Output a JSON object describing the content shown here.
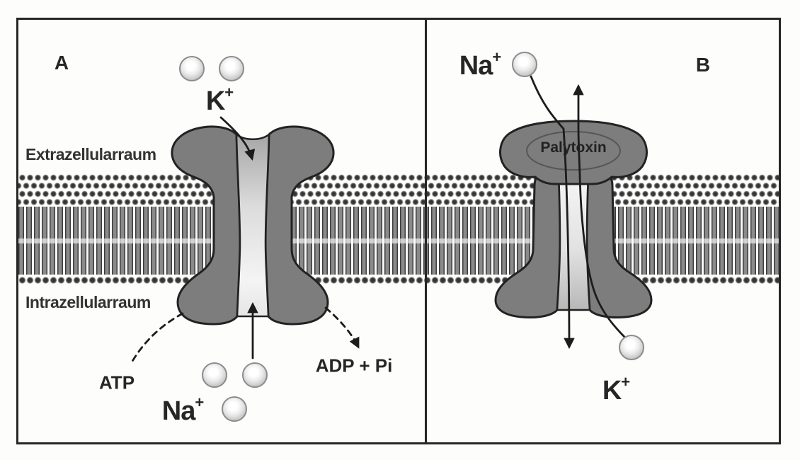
{
  "diagram": {
    "description": "Na+/K+-ATPase pump (A) and palytoxin-converted open channel (B) in a lipid bilayer",
    "panel_a": {
      "label": "A",
      "extracellular_label": "Extrazellularraum",
      "intracellular_label": "Intrazellularraum",
      "k_ion": {
        "base": "K",
        "charge": "+",
        "count": 2
      },
      "na_ion": {
        "base": "Na",
        "charge": "+",
        "count": 3
      },
      "atp_label": "ATP",
      "adp_label": "ADP + Pi"
    },
    "panel_b": {
      "label": "B",
      "toxin_label": "Palytoxin",
      "na_ion": {
        "base": "Na",
        "charge": "+",
        "count": 1
      },
      "k_ion": {
        "base": "K",
        "charge": "+",
        "count": 1
      }
    },
    "colors": {
      "protein_fill": "#7d7d7d",
      "outline": "#222222",
      "membrane_head": "#353535",
      "membrane_tail": "#8a8a8a",
      "pore_light": "#f2f2f2",
      "background": "#fdfdfc",
      "text": "#262626"
    }
  }
}
